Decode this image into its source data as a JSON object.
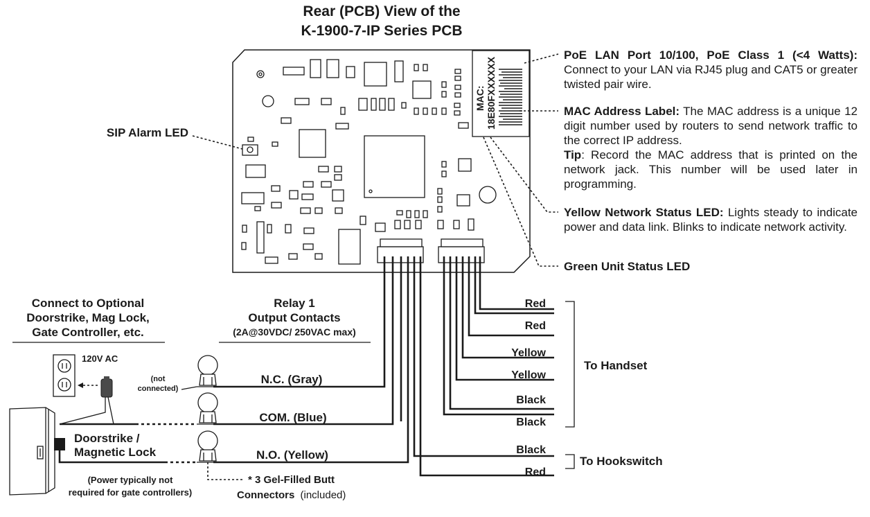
{
  "title": {
    "line1": "Rear (PCB) View of the",
    "line2": "K-1900-7-IP Series PCB"
  },
  "mac_label": {
    "line1": "MAC:",
    "line2": "18E80FXXXXXX"
  },
  "callouts": {
    "sip_alarm_led": "SIP Alarm LED",
    "poe": {
      "title": "PoE LAN Port 10/100, PoE Class 1 (<4 Watts):",
      "text": "Connect to your LAN via RJ45 plug and CAT5 or greater twisted pair wire."
    },
    "mac": {
      "title": "MAC Address Label:",
      "text": "The MAC address is a unique 12 digit number used by routers to send network traffic to the correct IP address.",
      "tip_label": "Tip",
      "tip_text": ": Record the MAC address that is printed on the network jack. This number will be used later in programming."
    },
    "yellow_led": {
      "title": "Yellow Network Status LED:",
      "text": "Lights steady to indicate power and data link. Blinks to indicate network activity."
    },
    "green_led": "Green Unit Status LED"
  },
  "left_section": {
    "header_line1": "Connect to Optional",
    "header_line2": "Doorstrike, Mag Lock,",
    "header_line3": "Gate Controller, etc.",
    "ac_label": "120V AC",
    "device_line1": "Doorstrike /",
    "device_line2": "Magnetic Lock",
    "power_note_line1": "(Power typically not",
    "power_note_line2": "required for gate controllers)"
  },
  "relay": {
    "header_line1": "Relay 1",
    "header_line2": "Output Contacts",
    "header_line3": "(2A@30VDC/ 250VAC max)",
    "not_connected_line1": "(not",
    "not_connected_line2": "connected)",
    "contacts": [
      "N.C. (Gray)",
      "COM. (Blue)",
      "N.O. (Yellow)"
    ],
    "connectors_note_bold1": "* 3 Gel-Filled Butt",
    "connectors_note_bold2": "Connectors",
    "connectors_note_normal": "(included)"
  },
  "wires": {
    "handset": [
      "Red",
      "Red",
      "Yellow",
      "Yellow",
      "Black",
      "Black"
    ],
    "hookswitch": [
      "Black",
      "Red"
    ],
    "to_handset": "To Handset",
    "to_hookswitch": "To Hookswitch"
  }
}
